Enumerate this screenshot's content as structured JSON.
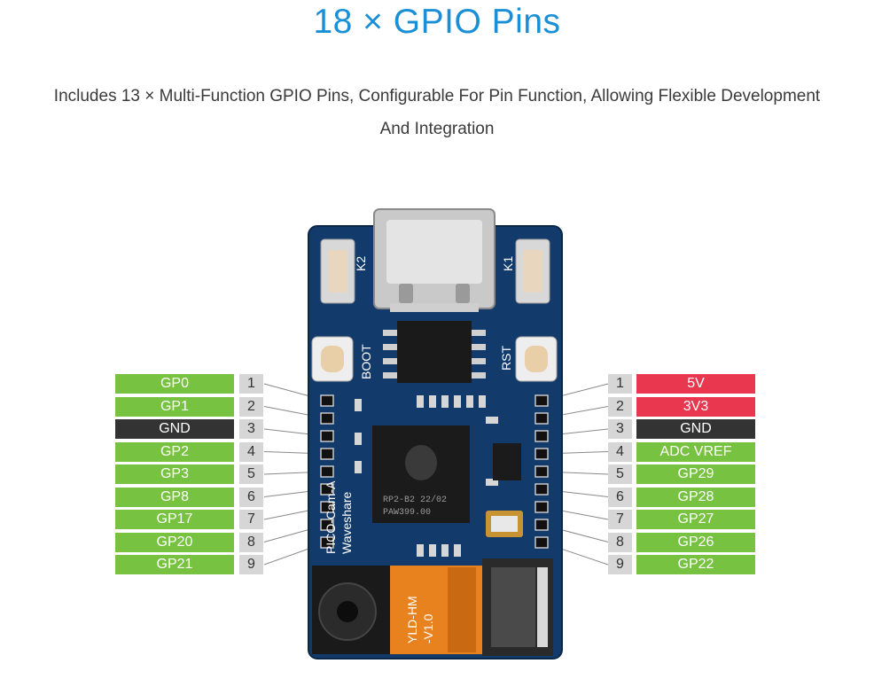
{
  "title": "18 × GPIO Pins",
  "subtitle_line1": "Includes 13 × Multi-Function GPIO Pins, Configurable For Pin Function, Allowing Flexible Development",
  "subtitle_line2": "And Integration",
  "colors": {
    "title": "#1b8fd6",
    "gpio": "#77c241",
    "power": "#e8374f",
    "ground": "#333333",
    "pin_number_bg": "#d6d6d6",
    "pcb": "#123a6b"
  },
  "left_pins": [
    {
      "num": "1",
      "label": "GP0",
      "kind": "gpio"
    },
    {
      "num": "2",
      "label": "GP1",
      "kind": "gpio"
    },
    {
      "num": "3",
      "label": "GND",
      "kind": "ground"
    },
    {
      "num": "4",
      "label": "GP2",
      "kind": "gpio"
    },
    {
      "num": "5",
      "label": "GP3",
      "kind": "gpio"
    },
    {
      "num": "6",
      "label": "GP8",
      "kind": "gpio"
    },
    {
      "num": "7",
      "label": "GP17",
      "kind": "gpio"
    },
    {
      "num": "8",
      "label": "GP20",
      "kind": "gpio"
    },
    {
      "num": "9",
      "label": "GP21",
      "kind": "gpio"
    }
  ],
  "right_pins": [
    {
      "num": "1",
      "label": "5V",
      "kind": "power"
    },
    {
      "num": "2",
      "label": "3V3",
      "kind": "power"
    },
    {
      "num": "3",
      "label": "GND",
      "kind": "ground"
    },
    {
      "num": "4",
      "label": "ADC VREF",
      "kind": "gpio"
    },
    {
      "num": "5",
      "label": "GP29",
      "kind": "gpio"
    },
    {
      "num": "6",
      "label": "GP28",
      "kind": "gpio"
    },
    {
      "num": "7",
      "label": "GP27",
      "kind": "gpio"
    },
    {
      "num": "8",
      "label": "GP26",
      "kind": "gpio"
    },
    {
      "num": "9",
      "label": "GP22",
      "kind": "gpio"
    }
  ],
  "board": {
    "silk_k2": "K2",
    "silk_k1": "K1",
    "silk_boot": "BOOT",
    "silk_rst": "RST",
    "silk_name1": "PICO-Cam-A",
    "silk_name2": "Waveshare",
    "chip_line1": "RP2-B2   22/02",
    "chip_line2": "PAW399.00",
    "flex_text1": "YLD-HM",
    "flex_text2": "-V1.0"
  }
}
